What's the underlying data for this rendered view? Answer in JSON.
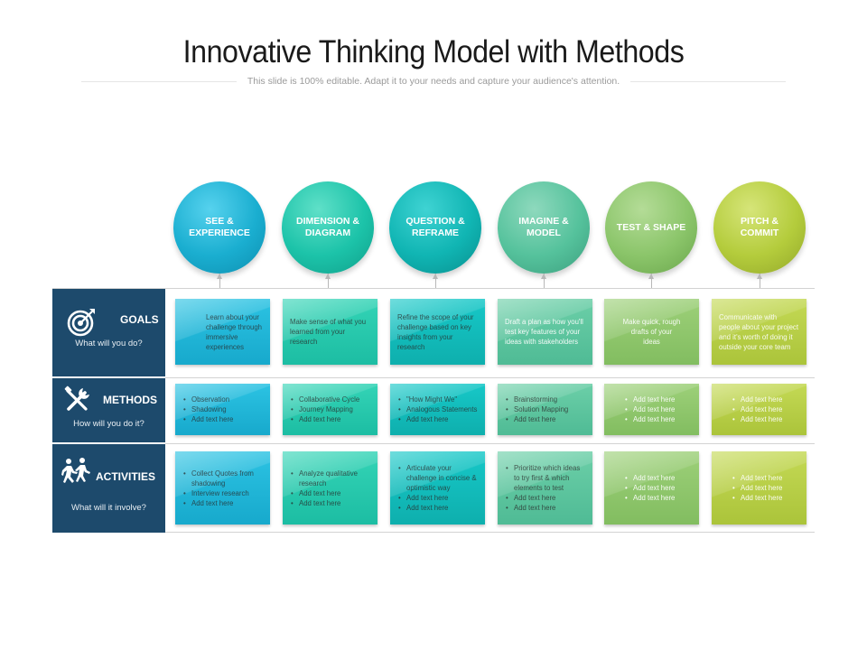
{
  "title": "Innovative Thinking Model with Methods",
  "subtitle": "This slide is 100% editable. Adapt it to your needs and capture your audience's attention.",
  "colors": {
    "panel": "#1d4a6c",
    "stages": [
      "#1aaed0",
      "#1cc3a9",
      "#10b5b3",
      "#55c29c",
      "#8bc56a",
      "#b4cc3c"
    ]
  },
  "stages": [
    {
      "label": "SEE & EXPERIENCE"
    },
    {
      "label": "DIMENSION & DIAGRAM"
    },
    {
      "label": "QUESTION & REFRAME"
    },
    {
      "label": "IMAGINE & MODEL"
    },
    {
      "label": "TEST & SHAPE"
    },
    {
      "label": "PITCH & COMMIT"
    }
  ],
  "rows": [
    {
      "name": "GOALS",
      "question": "What will you do?",
      "icon": "target-icon",
      "cells": [
        {
          "text": "Learn about your challenge through immersive experiences"
        },
        {
          "text": "Make sense of what you learned from your research"
        },
        {
          "text": "Refine the scope of your challenge based on key insights from your research"
        },
        {
          "text": "Draft a plan as how you'll test key features of your ideas with stakeholders"
        },
        {
          "text": "Make quick, rough drafts of your ideas"
        },
        {
          "text": "Communicate with people about your project and it's worth of doing it outside your core team"
        }
      ]
    },
    {
      "name": "METHODS",
      "question": "How will you do it?",
      "icon": "tools-icon",
      "cells": [
        {
          "bullets": [
            "Observation",
            "Shadowing",
            "Add text here"
          ]
        },
        {
          "bullets": [
            "Collaborative Cycle",
            "Journey Mapping",
            "Add text here"
          ]
        },
        {
          "bullets": [
            "\"How Might We\"",
            "Analogous Statements",
            "Add text here"
          ]
        },
        {
          "bullets": [
            "Brainstorming",
            "Solution Mapping",
            "Add text here"
          ]
        },
        {
          "bullets": [
            "Add text here",
            "Add text here",
            "Add text here"
          ]
        },
        {
          "bullets": [
            "Add text here",
            "Add text here",
            "Add text here"
          ]
        }
      ]
    },
    {
      "name": "ACTIVITIES",
      "question": "What will it involve?",
      "icon": "running-people-icon",
      "cells": [
        {
          "bullets": [
            "Collect Quotes from shadowing",
            "Interview research",
            "Add text here"
          ]
        },
        {
          "bullets": [
            "Analyze qualitative research",
            "Add text here",
            "Add text here"
          ]
        },
        {
          "bullets": [
            "Articulate your challenge in concise & optimistic way",
            "Add text here",
            "Add text here"
          ]
        },
        {
          "bullets": [
            "Prioritize which ideas to try first & which elements to test",
            "Add text here",
            "Add text here"
          ]
        },
        {
          "bullets": [
            "Add text here",
            "Add text here",
            "Add text here"
          ]
        },
        {
          "bullets": [
            "Add text here",
            "Add text here",
            "Add text here"
          ]
        }
      ]
    }
  ]
}
